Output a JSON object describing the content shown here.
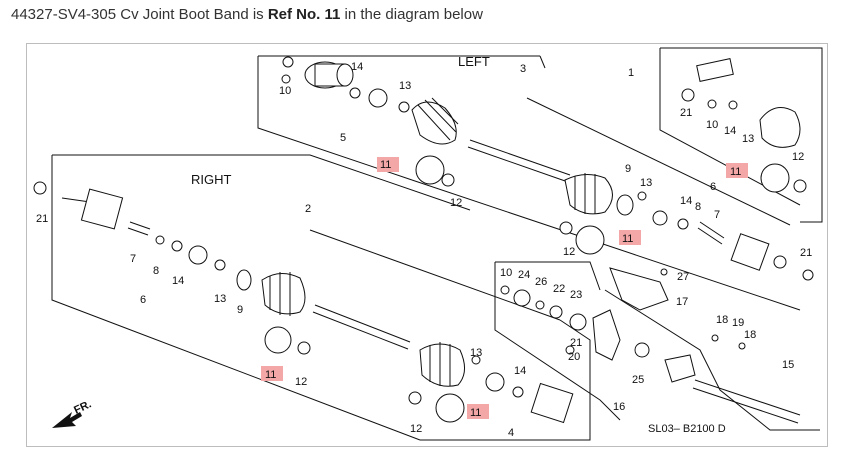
{
  "header": {
    "part_number": "44327-SV4-305 Cv Joint Boot Band is ",
    "ref_label": "Ref No. 11",
    "suffix": " in the diagram below"
  },
  "diagram": {
    "side_left": "LEFT",
    "side_right": "RIGHT",
    "direction_label": "FR.",
    "code": "SL03– B2100 D",
    "highlight_ref": "11",
    "highlight_color": "#f4a7a7",
    "refs": {
      "r1": "1",
      "r2": "2",
      "r3": "3",
      "r4": "4",
      "r5": "5",
      "r6a": "6",
      "r6b": "6",
      "r7a": "7",
      "r7b": "7",
      "r8a": "8",
      "r8b": "8",
      "r9a": "9",
      "r9b": "9",
      "r10a": "10",
      "r10b": "10",
      "r10c": "10",
      "r11a": "11",
      "r11b": "11",
      "r11c": "11",
      "r11d": "11",
      "r11e": "11",
      "r12a": "12",
      "r12b": "12",
      "r12c": "12",
      "r12d": "12",
      "r12e": "12",
      "r13a": "13",
      "r13b": "13",
      "r13c": "13",
      "r13d": "13",
      "r13e": "13",
      "r14a": "14",
      "r14b": "14",
      "r14c": "14",
      "r14d": "14",
      "r14e": "14",
      "r15": "15",
      "r16": "16",
      "r17": "17",
      "r18a": "18",
      "r18b": "18",
      "r19": "19",
      "r20": "20",
      "r21a": "21",
      "r21b": "21",
      "r21c": "21",
      "r22": "22",
      "r23": "23",
      "r24": "24",
      "r25": "25",
      "r26": "26",
      "r27": "27"
    }
  }
}
